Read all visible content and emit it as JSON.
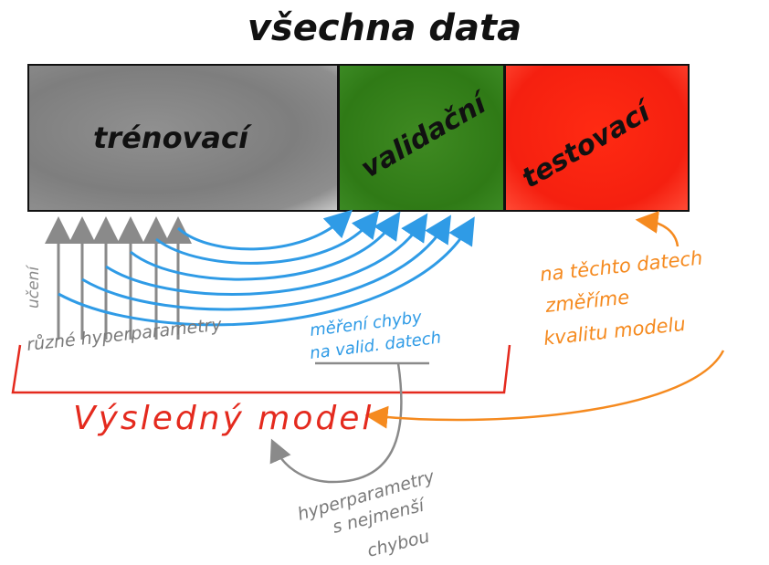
{
  "title": "všechna data",
  "segments": {
    "train": {
      "label": "trénovací",
      "color": "#858585"
    },
    "validation": {
      "label": "validační",
      "color": "#327d18"
    },
    "test": {
      "label": "testovací",
      "color": "#fa2512"
    }
  },
  "annotations": {
    "training": "učení",
    "hyperparams": "různé hyperparametry",
    "val_errors_line1": "měření chyby",
    "val_errors_line2": "na valid. datech",
    "test_line1": "na těchto datech",
    "test_line2": "změříme",
    "test_line3": "kvalitu modelu",
    "final_model": "Výsledný model",
    "best_line1": "hyperparametry",
    "best_line2": "s nejmenší",
    "best_line3": "chybou"
  },
  "colors": {
    "blue": "#2f9be6",
    "orange": "#f58a1f",
    "red": "#e42a1e",
    "gray": "#8a8a8a"
  }
}
